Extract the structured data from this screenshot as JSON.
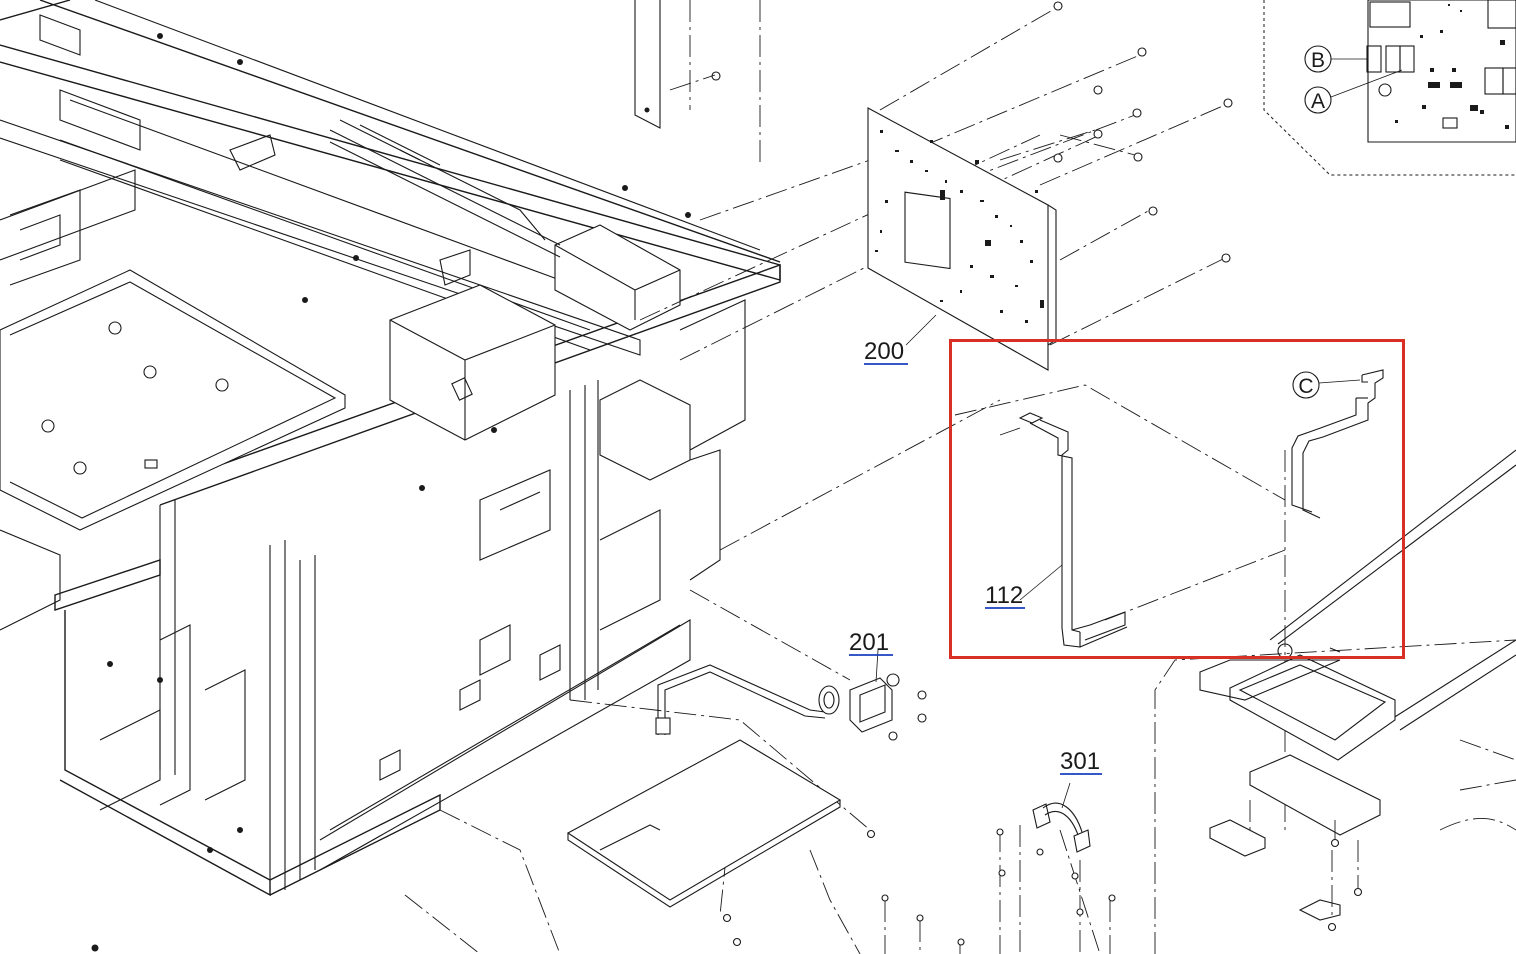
{
  "diagram": {
    "callouts": [
      {
        "id": "c200",
        "label": "200"
      },
      {
        "id": "c201",
        "label": "201"
      },
      {
        "id": "c301",
        "label": "301"
      },
      {
        "id": "c112",
        "label": "112"
      }
    ],
    "connector_letters": {
      "a": "A",
      "b": "B",
      "c": "C"
    },
    "highlight_color": "#d93025",
    "callout_underline_color": "#1a3fc0"
  }
}
